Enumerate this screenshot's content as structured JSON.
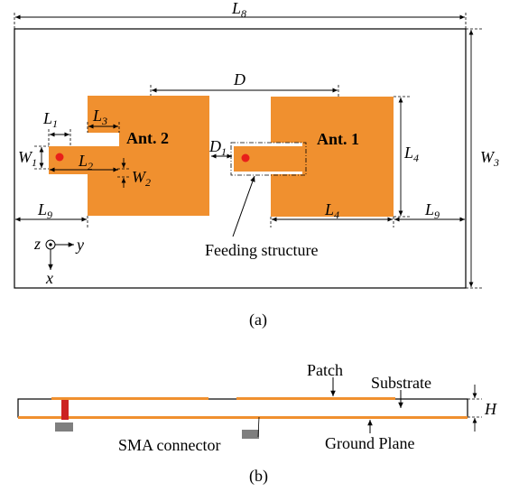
{
  "colors": {
    "patch": "#F0902F",
    "feed_dot": "#E8201A",
    "connector_pin": "#CC2222",
    "connector_body": "#7F7F7F",
    "line": "#000000",
    "dashed_outline": "#000000",
    "background": "#FFFFFF"
  },
  "top_view": {
    "caption": "(a)",
    "antenna_labels": {
      "ant1": "Ant. 1",
      "ant2": "Ant. 2"
    },
    "dimension_labels": {
      "L8": {
        "main": "L",
        "sub": "8"
      },
      "W3": {
        "main": "W",
        "sub": "3"
      },
      "D": {
        "main": "D",
        "sub": ""
      },
      "L1": {
        "main": "L",
        "sub": "1"
      },
      "L3": {
        "main": "L",
        "sub": "3"
      },
      "W1": {
        "main": "W",
        "sub": "1"
      },
      "L2": {
        "main": "L",
        "sub": "2"
      },
      "W2": {
        "main": "W",
        "sub": "2"
      },
      "D1": {
        "main": "D",
        "sub": "1"
      },
      "L4_right": {
        "main": "L",
        "sub": "4"
      },
      "L4_bottom": {
        "main": "L",
        "sub": "4"
      },
      "L9_left": {
        "main": "L",
        "sub": "9"
      },
      "L9_right": {
        "main": "L",
        "sub": "9"
      }
    },
    "annotation": "Feeding structure",
    "axes": {
      "z": "z",
      "y": "y",
      "x": "x"
    }
  },
  "side_view": {
    "caption": "(b)",
    "labels": {
      "patch": "Patch",
      "substrate": "Substrate",
      "ground_plane": "Ground Plane",
      "sma_connector": "SMA connector",
      "H": "H"
    }
  }
}
